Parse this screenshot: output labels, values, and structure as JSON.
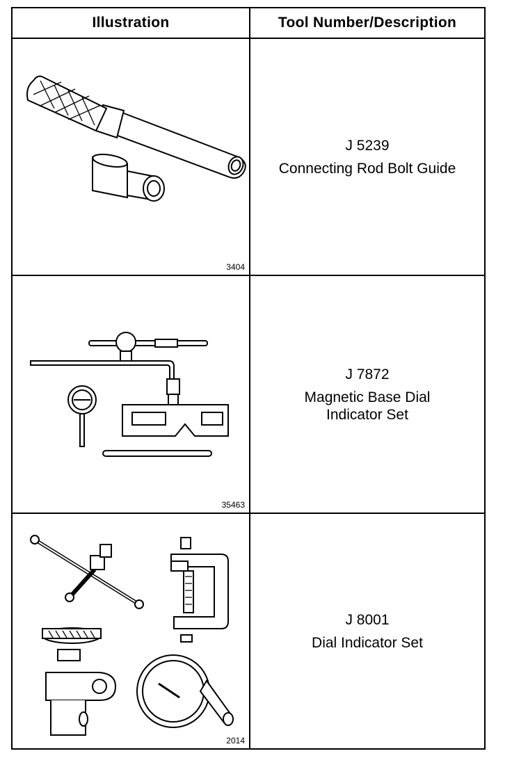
{
  "header": {
    "illustration": "Illustration",
    "tool": "Tool Number/Description"
  },
  "rows": [
    {
      "figure_number": "3404",
      "tool_number": "J 5239",
      "description": "Connecting Rod Bolt Guide",
      "icon": "connecting-rod-bolt-guide-illustration"
    },
    {
      "figure_number": "35463",
      "tool_number": "J 7872",
      "description": "Magnetic Base Dial Indicator Set",
      "icon": "magnetic-base-dial-indicator-illustration"
    },
    {
      "figure_number": "2014",
      "tool_number": "J 8001",
      "description": "Dial Indicator Set",
      "icon": "dial-indicator-set-illustration"
    }
  ]
}
